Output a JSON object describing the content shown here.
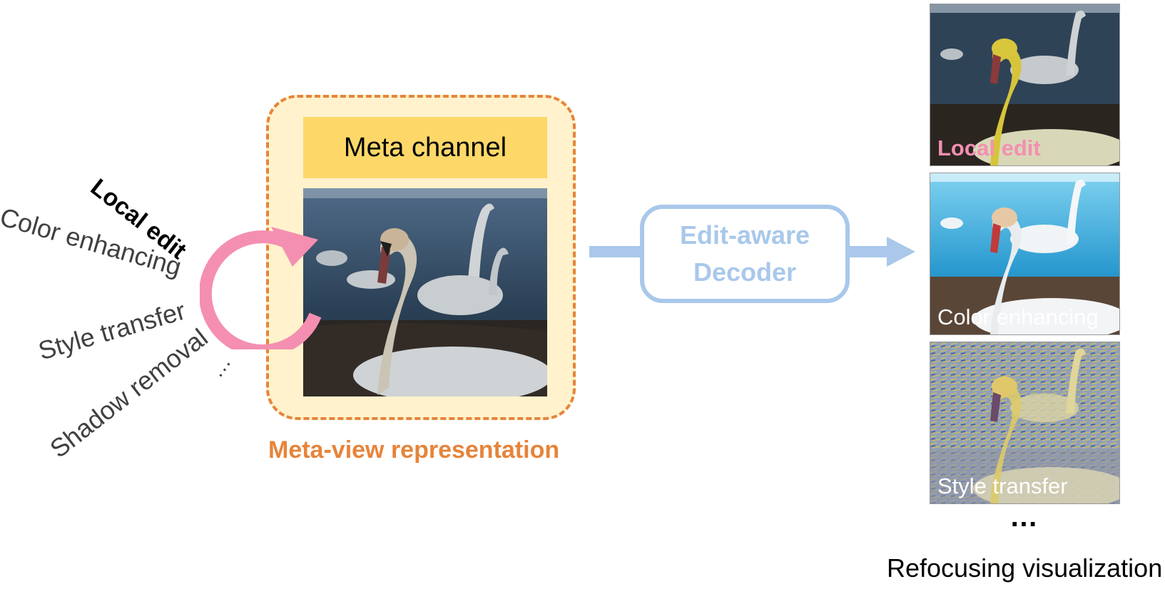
{
  "operations": {
    "local_edit": "Local edit",
    "color_enhancing": "Color enhancing",
    "style_transfer": "Style transfer",
    "shadow_removal": "Shadow removal",
    "ellipsis": "…"
  },
  "meta_view": {
    "channel_label": "Meta channel",
    "caption": "Meta-view representation"
  },
  "decoder": {
    "line1": "Edit-aware",
    "line2": "Decoder"
  },
  "outputs": [
    {
      "label": "Local edit"
    },
    {
      "label": "Color enhancing"
    },
    {
      "label": "Style transfer"
    }
  ],
  "more": "…",
  "outputs_caption": "Refocusing visualization",
  "colors": {
    "orange": "#e6843a",
    "pink": "#f48fb1",
    "blue": "#a9c8ea",
    "meta_fill": "#fff2cc",
    "meta_channel_fill": "#fdd869"
  }
}
